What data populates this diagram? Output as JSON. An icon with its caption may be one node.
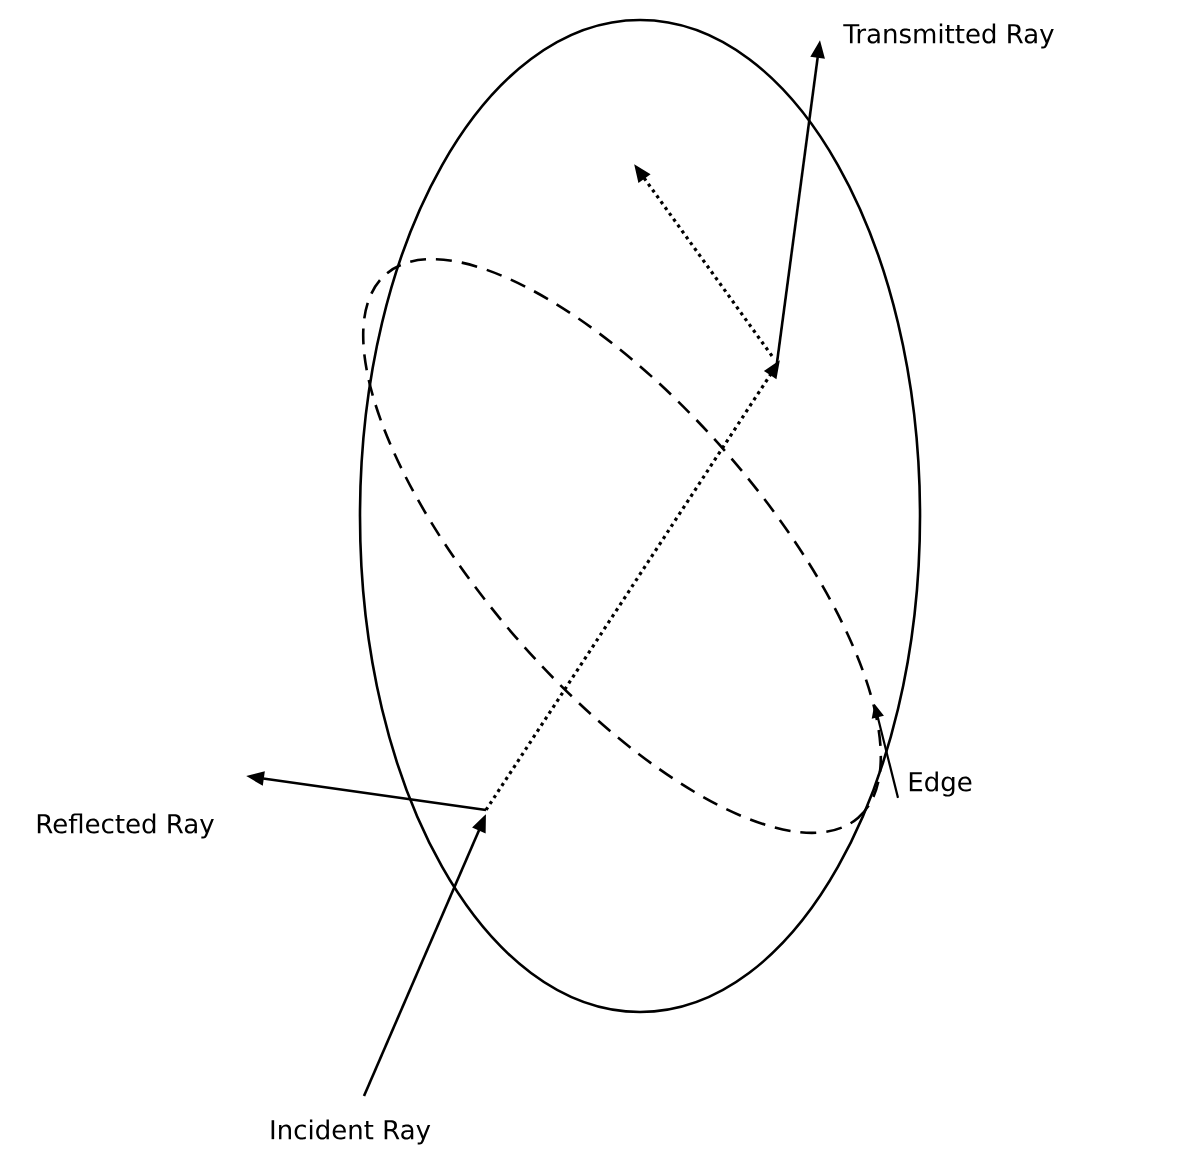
{
  "diagram": {
    "nodes": [
      {
        "text": [
          "Edge"
        ]
      },
      {
        "text": [],
        "shape": "ellipse"
      }
    ],
    "edges": [
      {
        "from": 0,
        "to": 1,
        "arrow": "to"
      }
    ],
    "labels": [
      "Transmitted Ray",
      "Reflected Ray",
      "Incident Ray"
    ]
  }
}
